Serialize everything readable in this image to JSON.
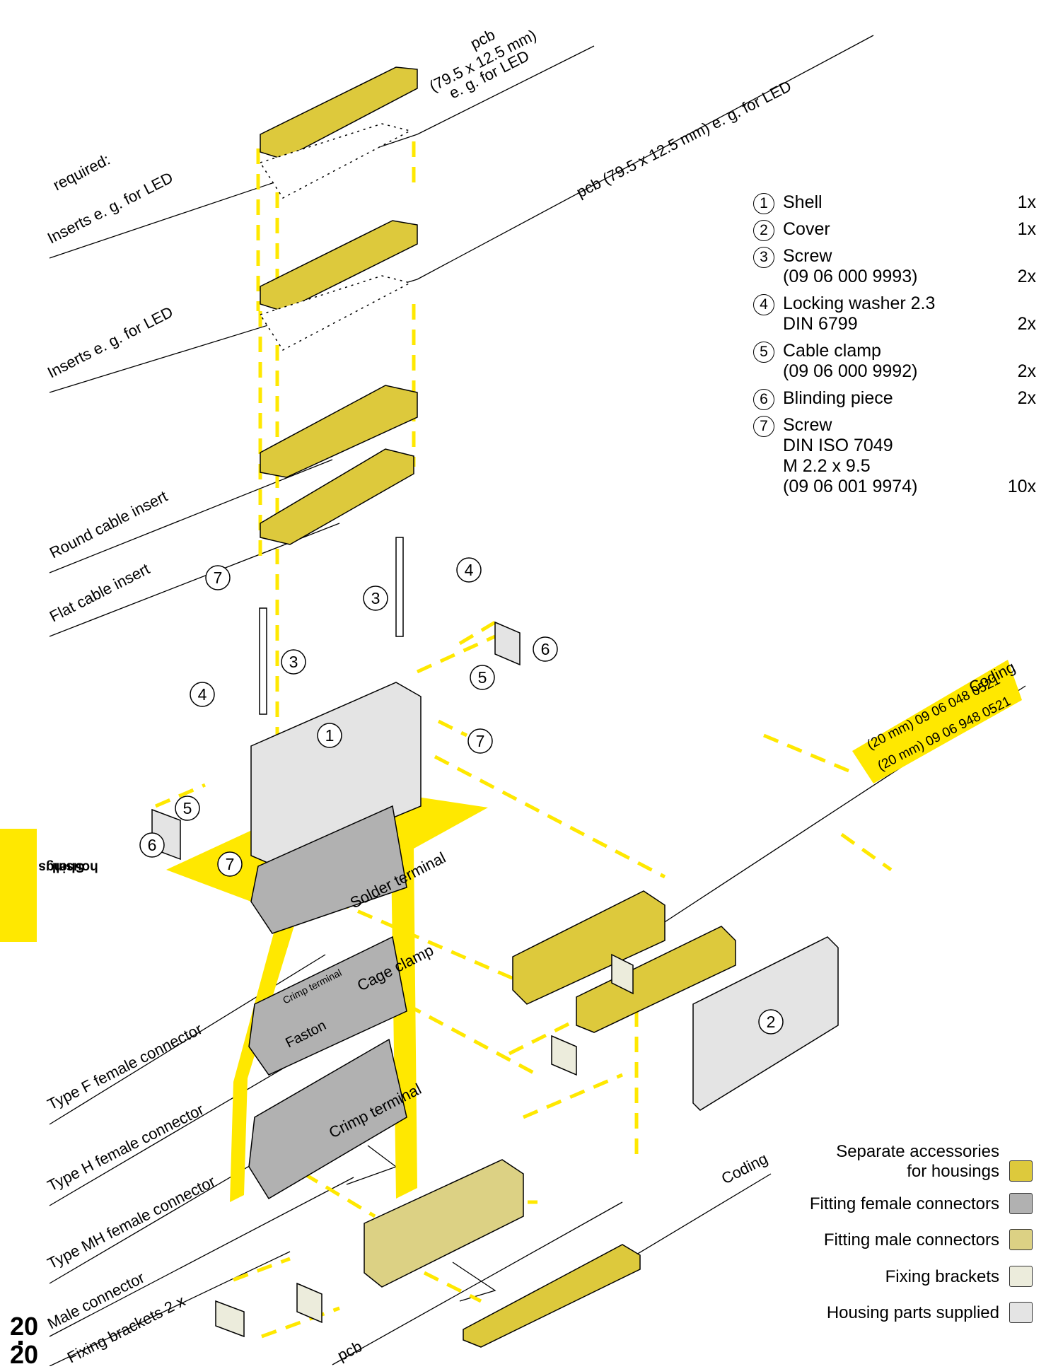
{
  "labels": {
    "required": "required:",
    "inserts_1": "Inserts e. g. for LED",
    "inserts_2": "Inserts e. g. for LED",
    "round_cable": "Round cable insert",
    "flat_cable": "Flat cable insert",
    "pcb_top_1": "pcb",
    "pcb_top_2": "(79.5 x 12.5 mm)",
    "pcb_top_3": "e. g. for LED",
    "pcb_long": "pcb (79.5 x 12.5 mm) e. g. for LED",
    "coding_top": "Coding",
    "coding_bottom": "Coding",
    "order_1": "(20 mm) 09 06 048 0521",
    "order_2": "(20 mm) 09 06 948 0521",
    "solder": "Solder terminal",
    "crimp_f": "Crimp terminal",
    "cage": "Cage clamp",
    "faston": "Faston",
    "crimp_mh": "Crimp terminal",
    "type_f": "Type F    female connector",
    "type_h": "Type H    female connector",
    "type_mh": "Type MH    female connector",
    "male": "Male connector",
    "brackets": "Fixing brackets 2 x",
    "pcb_bottom": "pcb"
  },
  "callouts": [
    "7",
    "3",
    "4",
    "3",
    "4",
    "6",
    "5",
    "1",
    "7",
    "5",
    "6",
    "7",
    "2"
  ],
  "parts": [
    {
      "num": "1",
      "lines": [
        "Shell"
      ],
      "qty": "1x"
    },
    {
      "num": "2",
      "lines": [
        "Cover"
      ],
      "qty": "1x"
    },
    {
      "num": "3",
      "lines": [
        "Screw",
        "(09 06 000 9993)"
      ],
      "qty": "2x"
    },
    {
      "num": "4",
      "lines": [
        "Locking washer 2.3",
        "DIN 6799"
      ],
      "qty": "2x"
    },
    {
      "num": "5",
      "lines": [
        "Cable clamp",
        "(09 06 000 9992)"
      ],
      "qty": "2x"
    },
    {
      "num": "6",
      "lines": [
        "Blinding piece"
      ],
      "qty": "2x"
    },
    {
      "num": "7",
      "lines": [
        "Screw",
        "DIN ISO 7049",
        "M 2.2 x 9.5",
        "(09 06 001 9974)"
      ],
      "qty": "10x"
    }
  ],
  "legend": [
    {
      "lines": [
        "Separate accessories",
        "for housings"
      ],
      "color": "#ddc93c"
    },
    {
      "lines": [
        "Fitting female connectors"
      ],
      "color": "#b1b1b1"
    },
    {
      "lines": [
        "Fitting male connectors"
      ],
      "color": "#dcd184"
    },
    {
      "lines": [
        "Fixing brackets"
      ],
      "color": "#ececdc"
    },
    {
      "lines": [
        "Housing parts supplied"
      ],
      "color": "#e4e4e4"
    }
  ],
  "tab": {
    "line1": "Shell",
    "line2": "housings"
  },
  "page": {
    "top": "20",
    "bottom": "20"
  }
}
